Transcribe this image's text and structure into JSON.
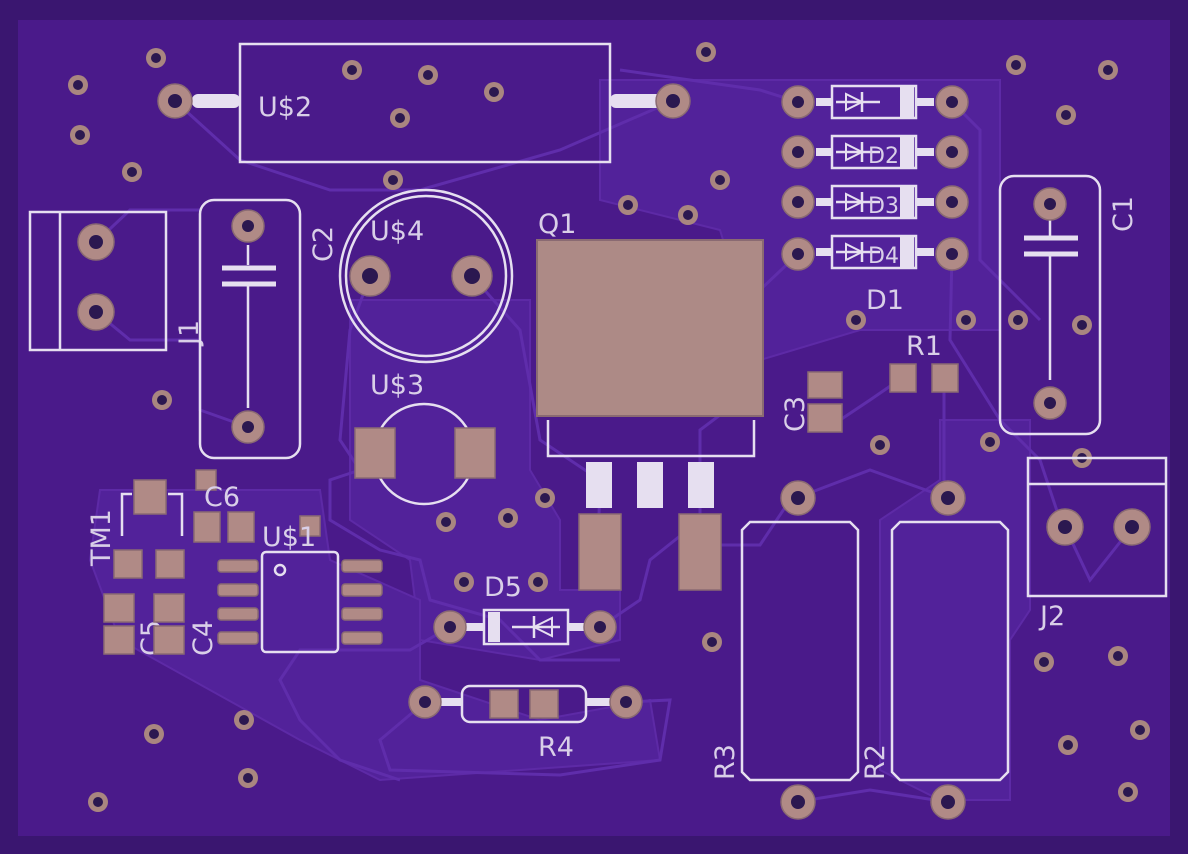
{
  "board": {
    "colors": {
      "background": "#3a1670",
      "board": "#4a1a8a",
      "copper_fill": "#52229a",
      "pad": "#b08a86",
      "silkscreen": "#e6dff0"
    }
  },
  "labels": {
    "u2": "U$2",
    "u4": "U$4",
    "c2": "C2",
    "j1": "J1",
    "q1": "Q1",
    "d1": "D1",
    "d2": "D2",
    "d3": "D3",
    "d4": "D4",
    "c1": "C1",
    "r1": "R1",
    "c3": "C3",
    "u3": "U$3",
    "c6": "C6",
    "tm1": "TM1",
    "u1": "U$1",
    "c5": "C5",
    "c4": "C4",
    "d5": "D5",
    "r4": "R4",
    "r3": "R3",
    "r2": "R2",
    "j2": "J2"
  }
}
